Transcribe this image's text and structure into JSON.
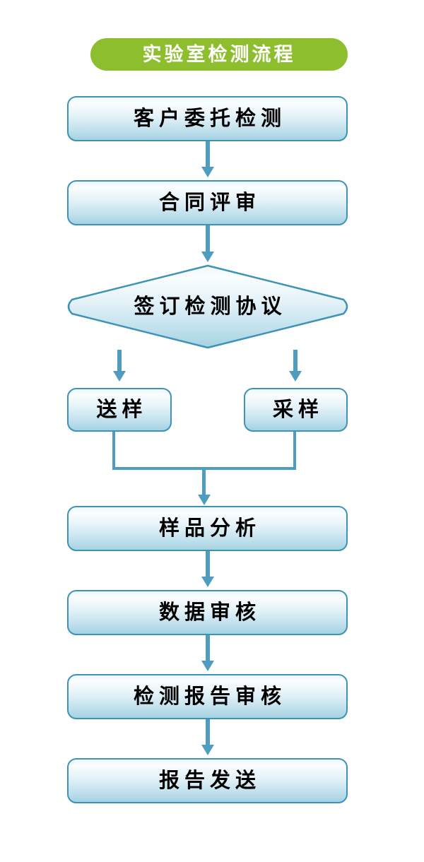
{
  "meta": {
    "background_color": "#FFFFFF",
    "accent_green": "#8CBE2E",
    "accent_teal_border": "#3E93B5",
    "connector_color": "#4E9CBE",
    "node_fill_top": "#FAFDFE",
    "node_fill_bottom": "#A5D2E2",
    "text_color": "#000000"
  },
  "title": {
    "text": "实验室检测流程"
  },
  "nodes": [
    {
      "id": "customer-request",
      "label": "客户委托检测",
      "shape": "rounded-rect",
      "step": 1
    },
    {
      "id": "contract-review",
      "label": "合同评审",
      "shape": "rounded-rect",
      "step": 2
    },
    {
      "id": "sign-agreement",
      "label": "签订检测协议",
      "shape": "diamond",
      "step": 3
    },
    {
      "id": "submit-sample",
      "label": "送样",
      "shape": "rounded-rect",
      "step": "4a"
    },
    {
      "id": "collect-sample",
      "label": "采样",
      "shape": "rounded-rect",
      "step": "4b"
    },
    {
      "id": "sample-analysis",
      "label": "样品分析",
      "shape": "rounded-rect",
      "step": 5
    },
    {
      "id": "data-review",
      "label": "数据审核",
      "shape": "rounded-rect",
      "step": 6
    },
    {
      "id": "report-review",
      "label": "检测报告审核",
      "shape": "rounded-rect",
      "step": 7
    },
    {
      "id": "report-delivery",
      "label": "报告发送",
      "shape": "rounded-rect",
      "step": 8
    }
  ],
  "edges": [
    {
      "from": "customer-request",
      "to": "contract-review",
      "type": "arrow-down"
    },
    {
      "from": "contract-review",
      "to": "sign-agreement",
      "type": "arrow-down"
    },
    {
      "from": "sign-agreement",
      "to": "submit-sample",
      "type": "arrow-down-branch-left"
    },
    {
      "from": "sign-agreement",
      "to": "collect-sample",
      "type": "arrow-down-branch-right"
    },
    {
      "from": "submit-sample",
      "to": "sample-analysis",
      "type": "merge-join"
    },
    {
      "from": "collect-sample",
      "to": "sample-analysis",
      "type": "merge-join"
    },
    {
      "from": "sample-analysis",
      "to": "data-review",
      "type": "arrow-down"
    },
    {
      "from": "data-review",
      "to": "report-review",
      "type": "arrow-down"
    },
    {
      "from": "report-review",
      "to": "report-delivery",
      "type": "arrow-down"
    }
  ]
}
